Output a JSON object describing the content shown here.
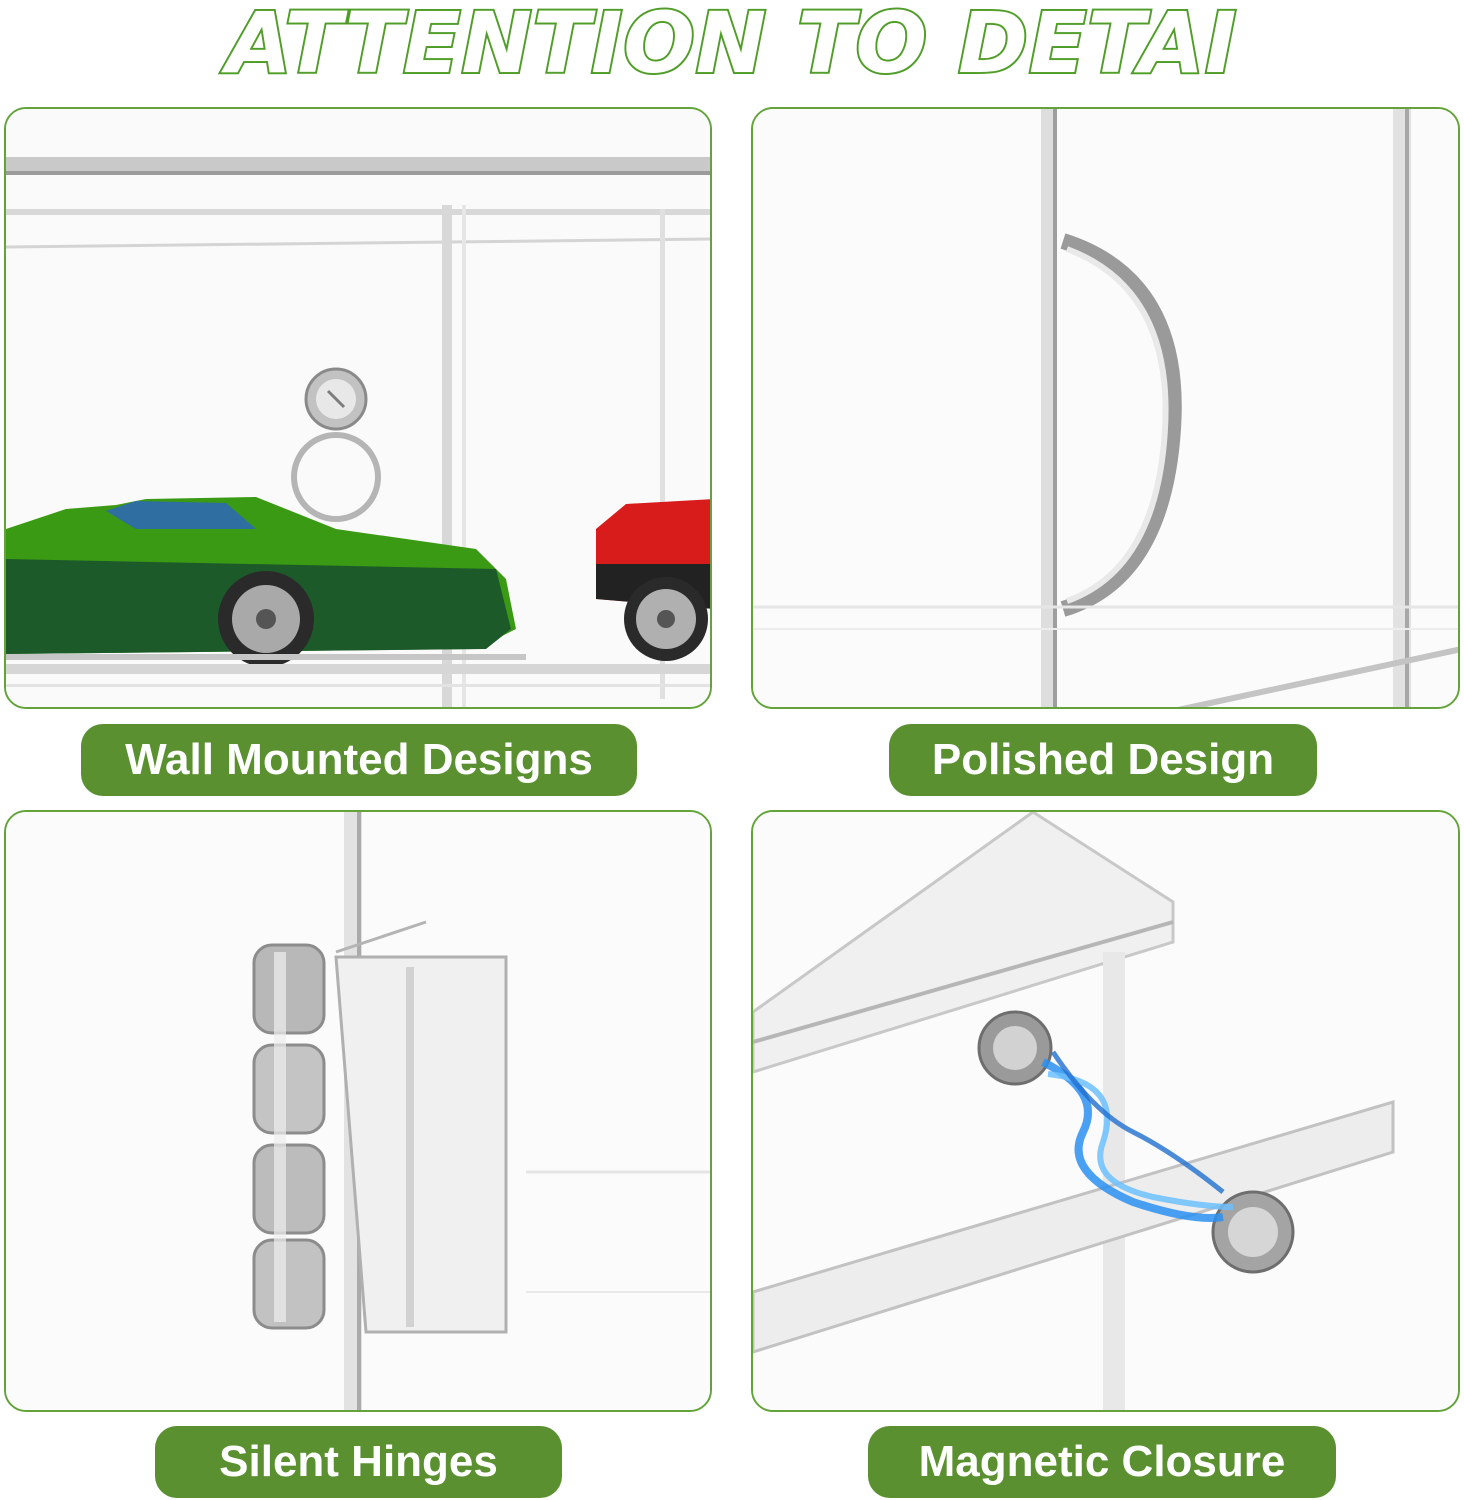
{
  "headline": "ATTENTION TO DETAI",
  "features": [
    {
      "label": "Wall Mounted Designs"
    },
    {
      "label": "Polished Design"
    },
    {
      "label": "Silent Hinges"
    },
    {
      "label": "Magnetic Closure"
    }
  ],
  "colors": {
    "accent_green": "#5a9030",
    "border_green": "#62a43a",
    "headline_outline": "#4e9b2a"
  }
}
